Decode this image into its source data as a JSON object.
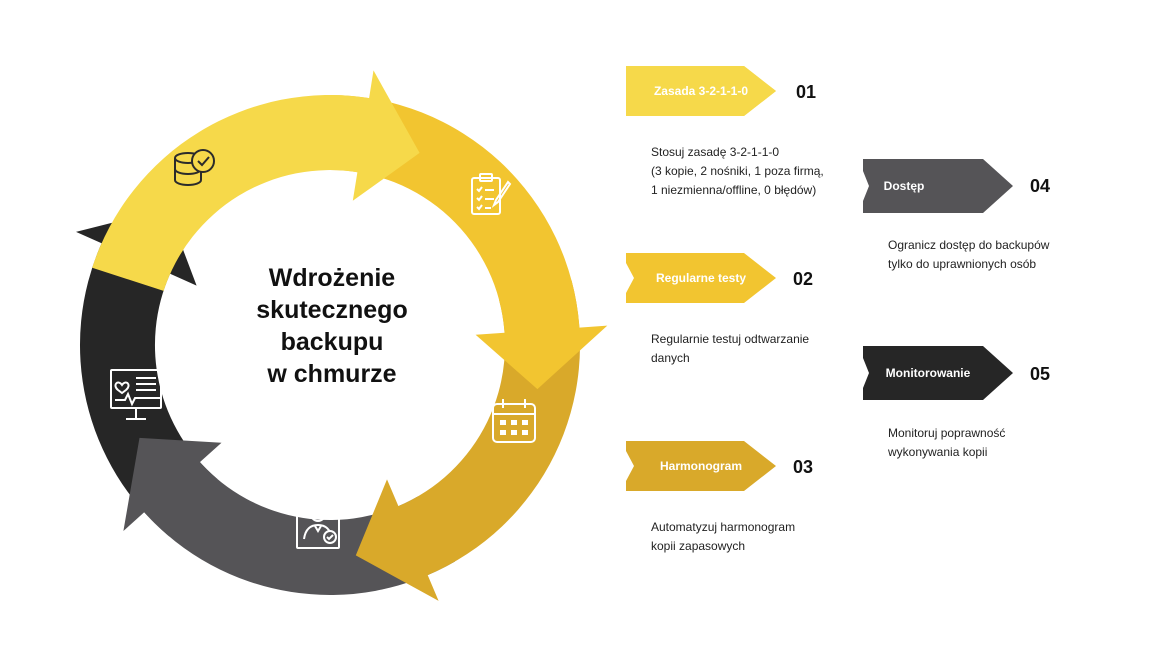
{
  "center": {
    "lines": [
      "Wdrożenie",
      "skutecznego",
      "backupu",
      "w chmurze"
    ]
  },
  "colors": {
    "yellow_light": "#F6D94A",
    "yellow": "#F2C530",
    "gold": "#D9A92A",
    "grey": "#555457",
    "black": "#262626",
    "icon_stroke": "#ffffff",
    "icon_stroke_dark": "#2b2b2b"
  },
  "cycle_icons": [
    "database-check-icon",
    "clipboard-checklist-icon",
    "calendar-icon",
    "person-badge-icon",
    "health-monitor-icon"
  ],
  "steps": [
    {
      "id": "01",
      "tag": "Zasada 3-2-1-1-0",
      "desc": [
        "Stosuj zasadę 3-2-1-1-0",
        "(3 kopie, 2 nośniki, 1 poza firmą,",
        "1 niezmienna/offline, 0 błędów)"
      ],
      "color": "#F6D94A"
    },
    {
      "id": "02",
      "tag": "Regularne testy",
      "desc": [
        "Regularnie testuj odtwarzanie",
        "danych"
      ],
      "color": "#F2C530"
    },
    {
      "id": "03",
      "tag": "Harmonogram",
      "desc": [
        "Automatyzuj harmonogram",
        "kopii zapasowych"
      ],
      "color": "#D9A92A"
    },
    {
      "id": "04",
      "tag": "Dostęp",
      "desc": [
        "Ogranicz dostęp do backupów",
        "tylko do uprawnionych osób"
      ],
      "color": "#555457"
    },
    {
      "id": "05",
      "tag": "Monitorowanie",
      "desc": [
        "Monitoruj poprawność",
        "wykonywania kopii"
      ],
      "color": "#262626"
    }
  ]
}
